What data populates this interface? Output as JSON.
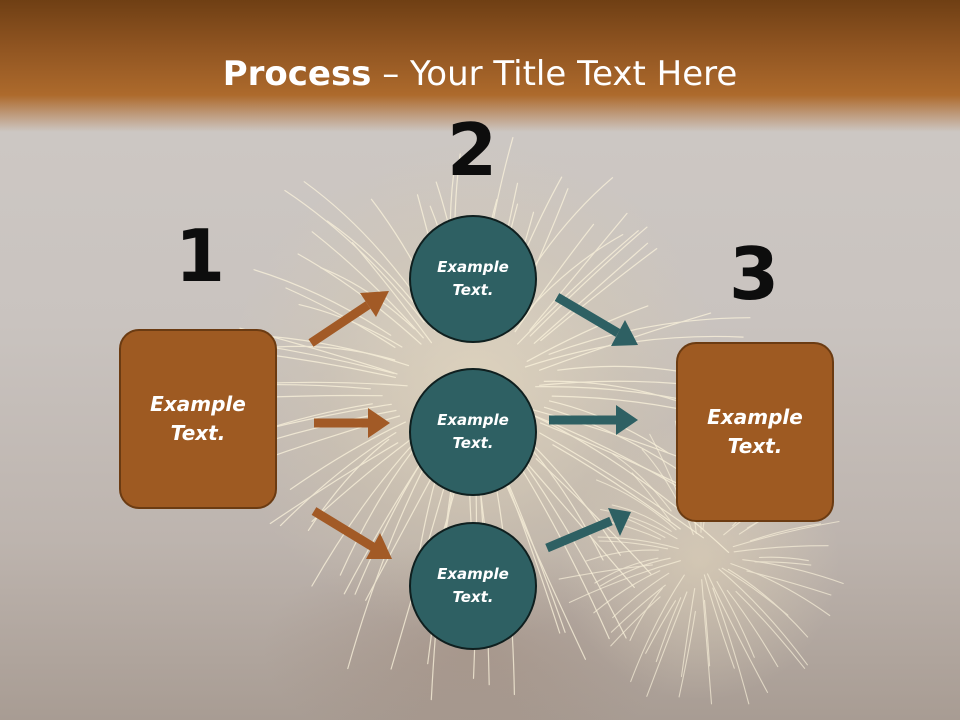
{
  "title": {
    "bold": "Process",
    "rest": " – Your Title Text Here"
  },
  "steps": [
    {
      "number": "1",
      "label": "Example Text."
    },
    {
      "number": "2",
      "items": [
        "Example Text.",
        "Example Text.",
        "Example Text."
      ]
    },
    {
      "number": "3",
      "label": "Example Text."
    }
  ],
  "colors": {
    "title_bar": "#9b5a22",
    "box_fill": "#9e5a22",
    "circle_fill": "#2e6063",
    "arrow_orange": "#a25a26",
    "arrow_teal": "#2e6063"
  }
}
